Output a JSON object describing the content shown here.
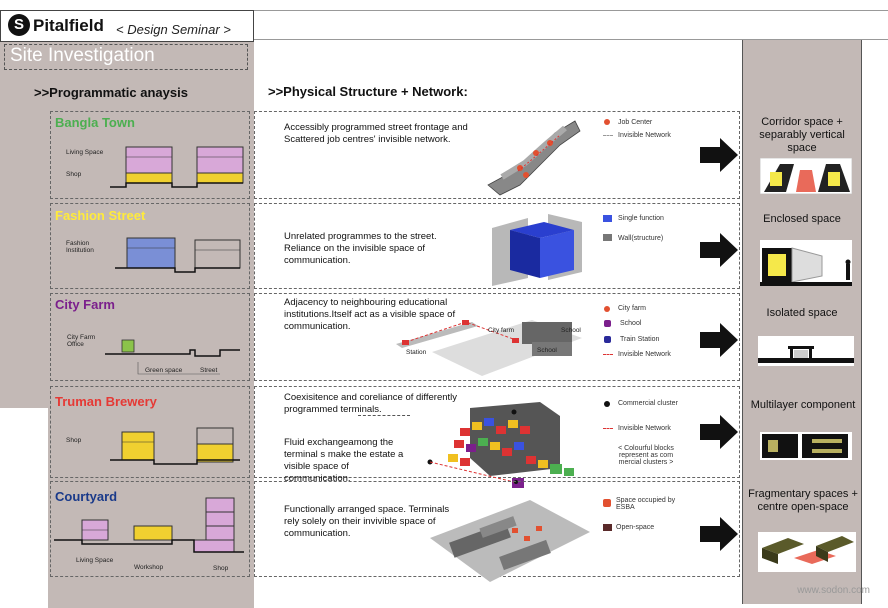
{
  "header": {
    "logo_letter": "S",
    "title": "Pitalfield",
    "subtitle": "< Design Seminar >",
    "section": "Site Investigation"
  },
  "columns": {
    "left_heading": ">>Programmatic anaysis",
    "middle_heading": ">>Physical Structure + Network:"
  },
  "rows": [
    {
      "name": "Bangla Town",
      "color": "#4caf50",
      "diagram_labels": [
        "Living Space",
        "Shop"
      ],
      "description": "Accessibly programmed street frontage and Scattered job centres' invisible network.",
      "legend": [
        "Job Center",
        "Invisible Network"
      ],
      "space_type": "Corridor space + separably vertical space"
    },
    {
      "name": "Fashion Street",
      "color": "#ffeb3b",
      "diagram_labels": [
        "Fashion Institution"
      ],
      "description": "Unrelated programmes to the street. Reliance on the invisible space of communication.",
      "legend": [
        "Single function",
        "Wall(structure)"
      ],
      "space_type": "Enclosed space"
    },
    {
      "name": "City Farm",
      "color": "#7b1f8c",
      "diagram_labels": [
        "City Farm Office",
        "Green space",
        "Street"
      ],
      "description": "Adjacency to neighbouring educational institutions.Itself act as a visible space of communication.",
      "legend": [
        "City farm",
        "School",
        "Train Station",
        "Invisible Network"
      ],
      "map_labels": [
        "City farm",
        "Station",
        "School",
        "School"
      ],
      "space_type": "Isolated space"
    },
    {
      "name": "Truman Brewery",
      "color": "#e53935",
      "diagram_labels": [
        "Shop"
      ],
      "description": "Coexisitence and coreliance of differently programmed terminals.",
      "description2": "Fluid exchangeamong the terminal s make the estate a visible space of communication.",
      "legend": [
        "Commercial cluster",
        "Invisible Network",
        "< Colourful blocks represent as com mercial clusters >"
      ],
      "space_type": "Multilayer component"
    },
    {
      "name": "Courtyard",
      "color": "#1a3a8a",
      "diagram_labels": [
        "Living Space",
        "Workshop",
        "Shop"
      ],
      "description": "Functionally arranged space. Terminals rely solely on their invivible space of communication.",
      "legend": [
        "Space occupied by ESBA",
        "Open-space"
      ],
      "space_type": "Fragmentary spaces + centre open-space"
    }
  ],
  "watermark": "www.sodon.com"
}
